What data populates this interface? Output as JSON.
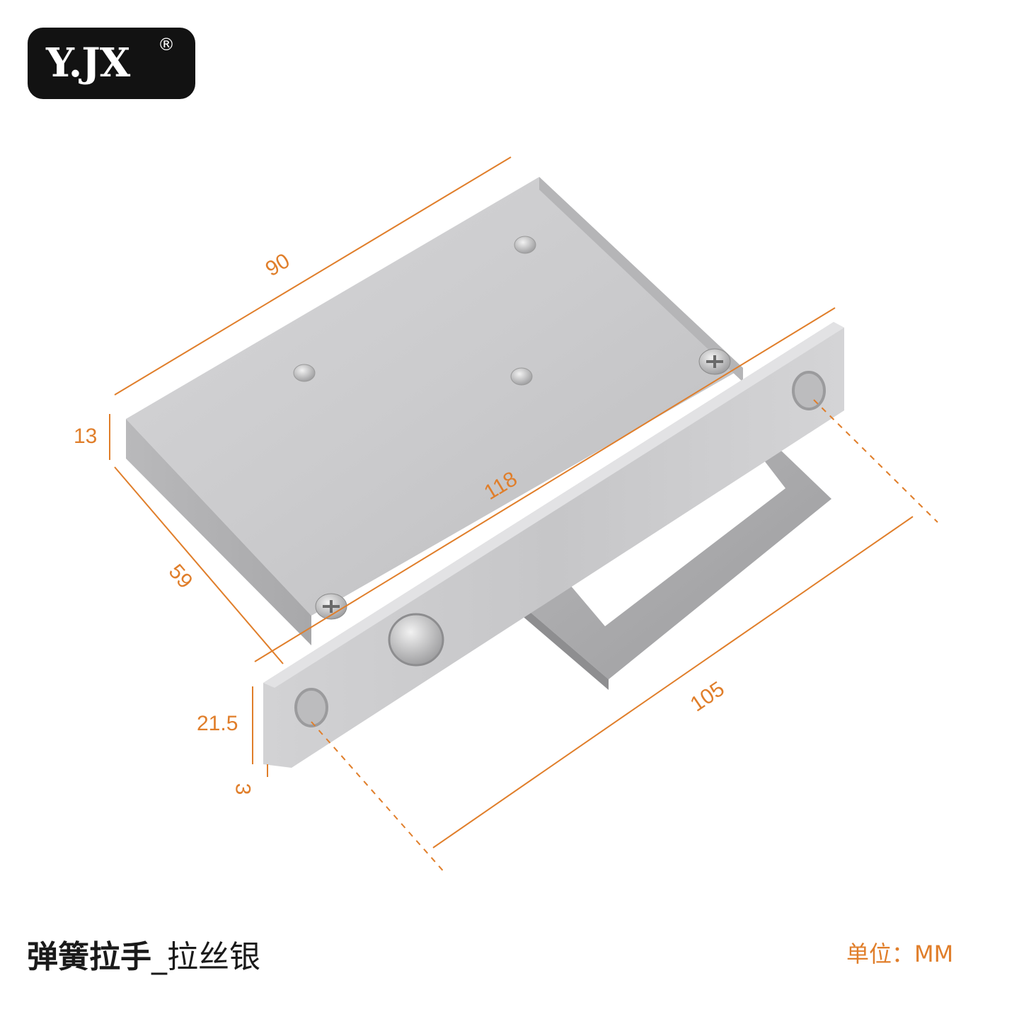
{
  "brand": {
    "logo_text": "Y.JX",
    "registered_mark": "®"
  },
  "dimensions": {
    "length_top": "90",
    "thickness": "13",
    "depth": "59",
    "plate_length": "118",
    "handle_span": "105",
    "plate_width": "21.5",
    "plate_thickness": "3"
  },
  "product": {
    "name": "弹簧拉手",
    "separator": "_",
    "finish": "拉丝银"
  },
  "unit_label": "单位：MM",
  "colors": {
    "dimension": "#e07e2a",
    "logo_bg": "#121212",
    "metal": "#c9c9cb"
  }
}
